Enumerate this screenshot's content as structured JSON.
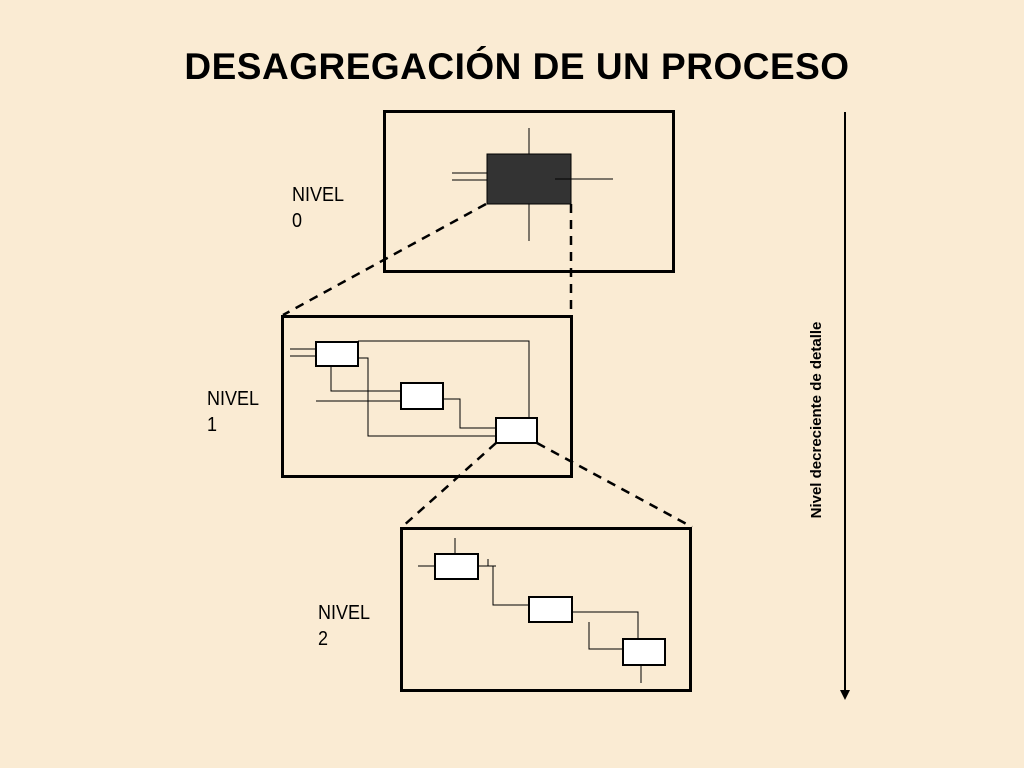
{
  "title": "DESAGREGACIÓN DE UN PROCESO",
  "levels": [
    {
      "label": "NIVEL\n0"
    },
    {
      "label": "NIVEL\n1"
    },
    {
      "label": "NIVEL\n2"
    }
  ],
  "axis": {
    "label": "Nivel decreciente de detalle"
  },
  "colors": {
    "background": "#faebd3",
    "line": "#000000",
    "process_fill": "#333333",
    "box_fill": "#ffffff"
  }
}
